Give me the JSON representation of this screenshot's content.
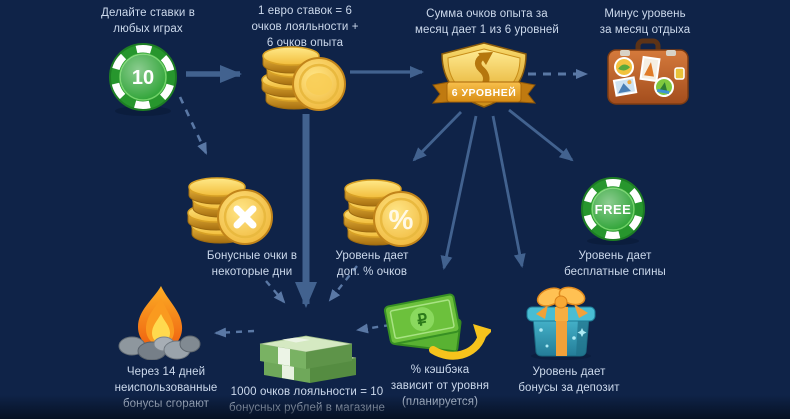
{
  "nodes": {
    "bet_chip": {
      "label": "Делайте ставки в\nлюбых играх",
      "chip_value": "10"
    },
    "earn_coins": {
      "label": "1 евро ставок = 6\nочков лояльности +\n6 очков опыта"
    },
    "levels_badge": {
      "label": "Сумма очков опыта за\nмесяц дает 1 из 6 уровней",
      "ribbon": "6 УРОВНЕЙ"
    },
    "vacation_case": {
      "label": "Минус уровень\nза месяц отдыха"
    },
    "bonus_days_coins": {
      "label": "Бонусные очки в\nнекоторые дни"
    },
    "level_percent_coins": {
      "label": "Уровень дает\nдоп. % очков",
      "symbol": "%"
    },
    "free_spins_chip": {
      "label": "Уровень дает\nбесплатные спины",
      "chip_value": "FREE"
    },
    "burn_bonuses_fire": {
      "label": "Через 14 дней\nнеиспользованные\nбонусы сгорают"
    },
    "shop_money": {
      "label": "1000 очков лояльности = 10\nбонусных рублей в магазине"
    },
    "cashback_bills": {
      "label": "% кэшбэка\nзависит от уровня\n(планируется)",
      "currency_symbol": "₽"
    },
    "deposit_gift": {
      "label": "Уровень дает\nбонусы за депозит"
    }
  },
  "colors": {
    "background": "#0f2348",
    "text": "#ccd9ec",
    "arrow_solid": "#42628f",
    "arrow_dashed": "#5a78a5",
    "coin_gold": "#f4c242",
    "chip_green": "#2da335",
    "suitcase_orange": "#c2622b",
    "money_green": "#6fa85a",
    "gift_teal": "#3cb0c8",
    "ribbon_gold": "#f0b03a",
    "flame_orange": "#f8941f"
  }
}
